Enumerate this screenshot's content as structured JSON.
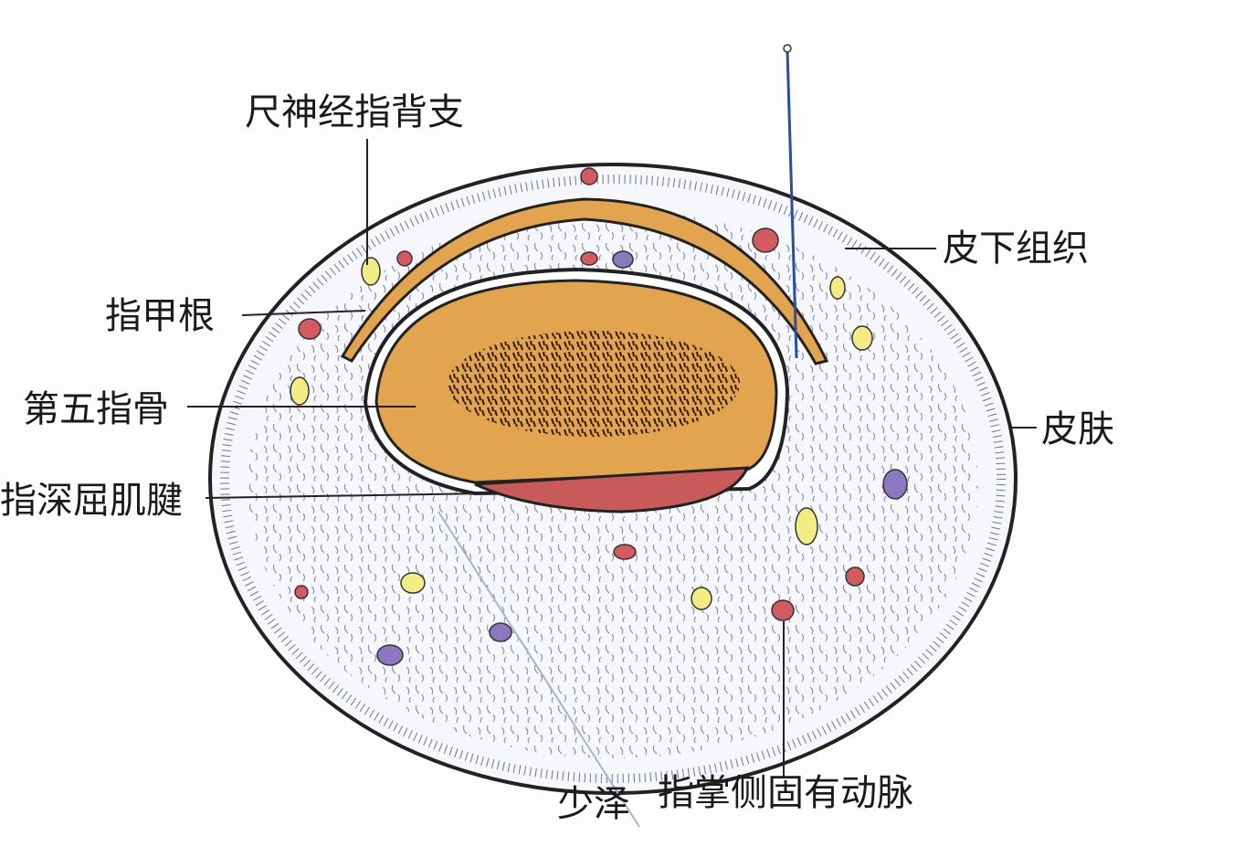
{
  "labels": {
    "ulnar_nerve_dorsal_branch": "尺神经指背支",
    "subcutaneous_tissue": "皮下组织",
    "nail_root": "指甲根",
    "fifth_phalanx": "第五指骨",
    "skin": "皮肤",
    "flexor_digitorum_profundus_tendon": "指深屈肌腱",
    "shaoze_point": "少泽",
    "proper_palmar_digital_artery": "指掌侧固有动脉"
  },
  "colors": {
    "bone": "#e3a450",
    "tendon": "#c85a5a",
    "needle": "#2a4f9c",
    "vessel_red": "#d45a62",
    "nerve_yellow": "#f3ec84",
    "vein_purple": "#8a78c0"
  }
}
